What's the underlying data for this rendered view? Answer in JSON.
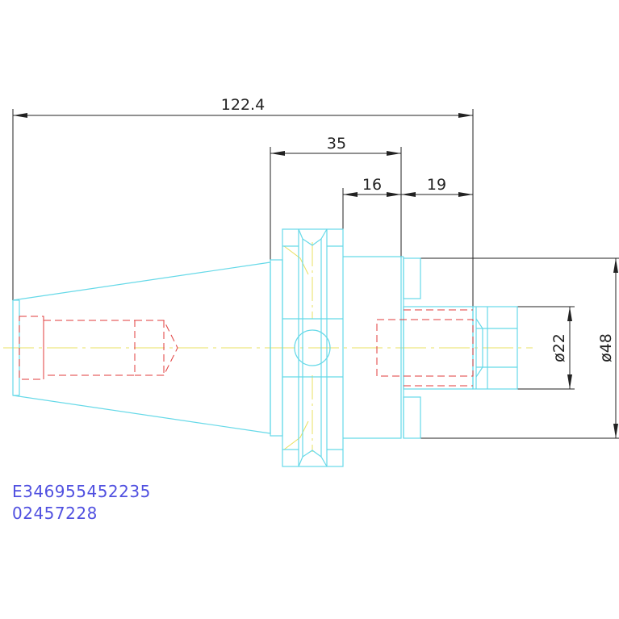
{
  "colors": {
    "background": "#ffffff",
    "part_outline": "#66d9e8",
    "hidden_lines": "#e03b3b",
    "center_lines": "#e8e060",
    "dimensions": "#222222",
    "part_code": "#5050e0"
  },
  "dimensions": {
    "overall_length": "122.4",
    "flange_to_face": "35",
    "face_offset": "16",
    "nose_length": "19",
    "bore_diameter": "ø22",
    "nose_diameter": "ø48"
  },
  "part_code": {
    "line1": "E346955452235",
    "line2": "02457228"
  }
}
